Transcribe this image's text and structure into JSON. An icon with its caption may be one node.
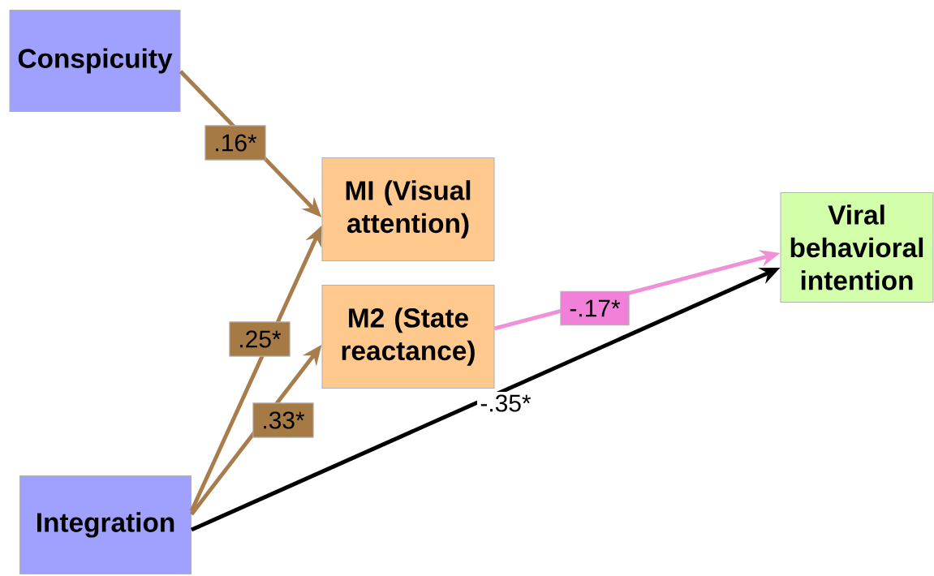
{
  "diagram": {
    "nodes": [
      {
        "text": [
          "Conspicuity"
        ]
      },
      {
        "text": [
          "MI (Visual attention)"
        ]
      },
      {
        "text": [
          "M2 (State reactance)"
        ]
      },
      {
        "text": [
          "Viral behavioral intention"
        ]
      },
      {
        "text": [
          "Integration"
        ]
      }
    ],
    "edges": [
      {
        "from": 0,
        "to": 1,
        "arrow": "to",
        "label": ".16*",
        "color": "#a87d4e"
      },
      {
        "from": 4,
        "to": 1,
        "arrow": "to",
        "label": ".25*",
        "color": "#a87d4e"
      },
      {
        "from": 4,
        "to": 2,
        "arrow": "to",
        "label": ".33*",
        "color": "#a87d4e"
      },
      {
        "from": 2,
        "to": 3,
        "arrow": "to",
        "label": "-.17*",
        "color": "#f090d8"
      },
      {
        "from": 4,
        "to": 3,
        "arrow": "to",
        "label": "-.35*",
        "color": "#000000"
      }
    ]
  }
}
